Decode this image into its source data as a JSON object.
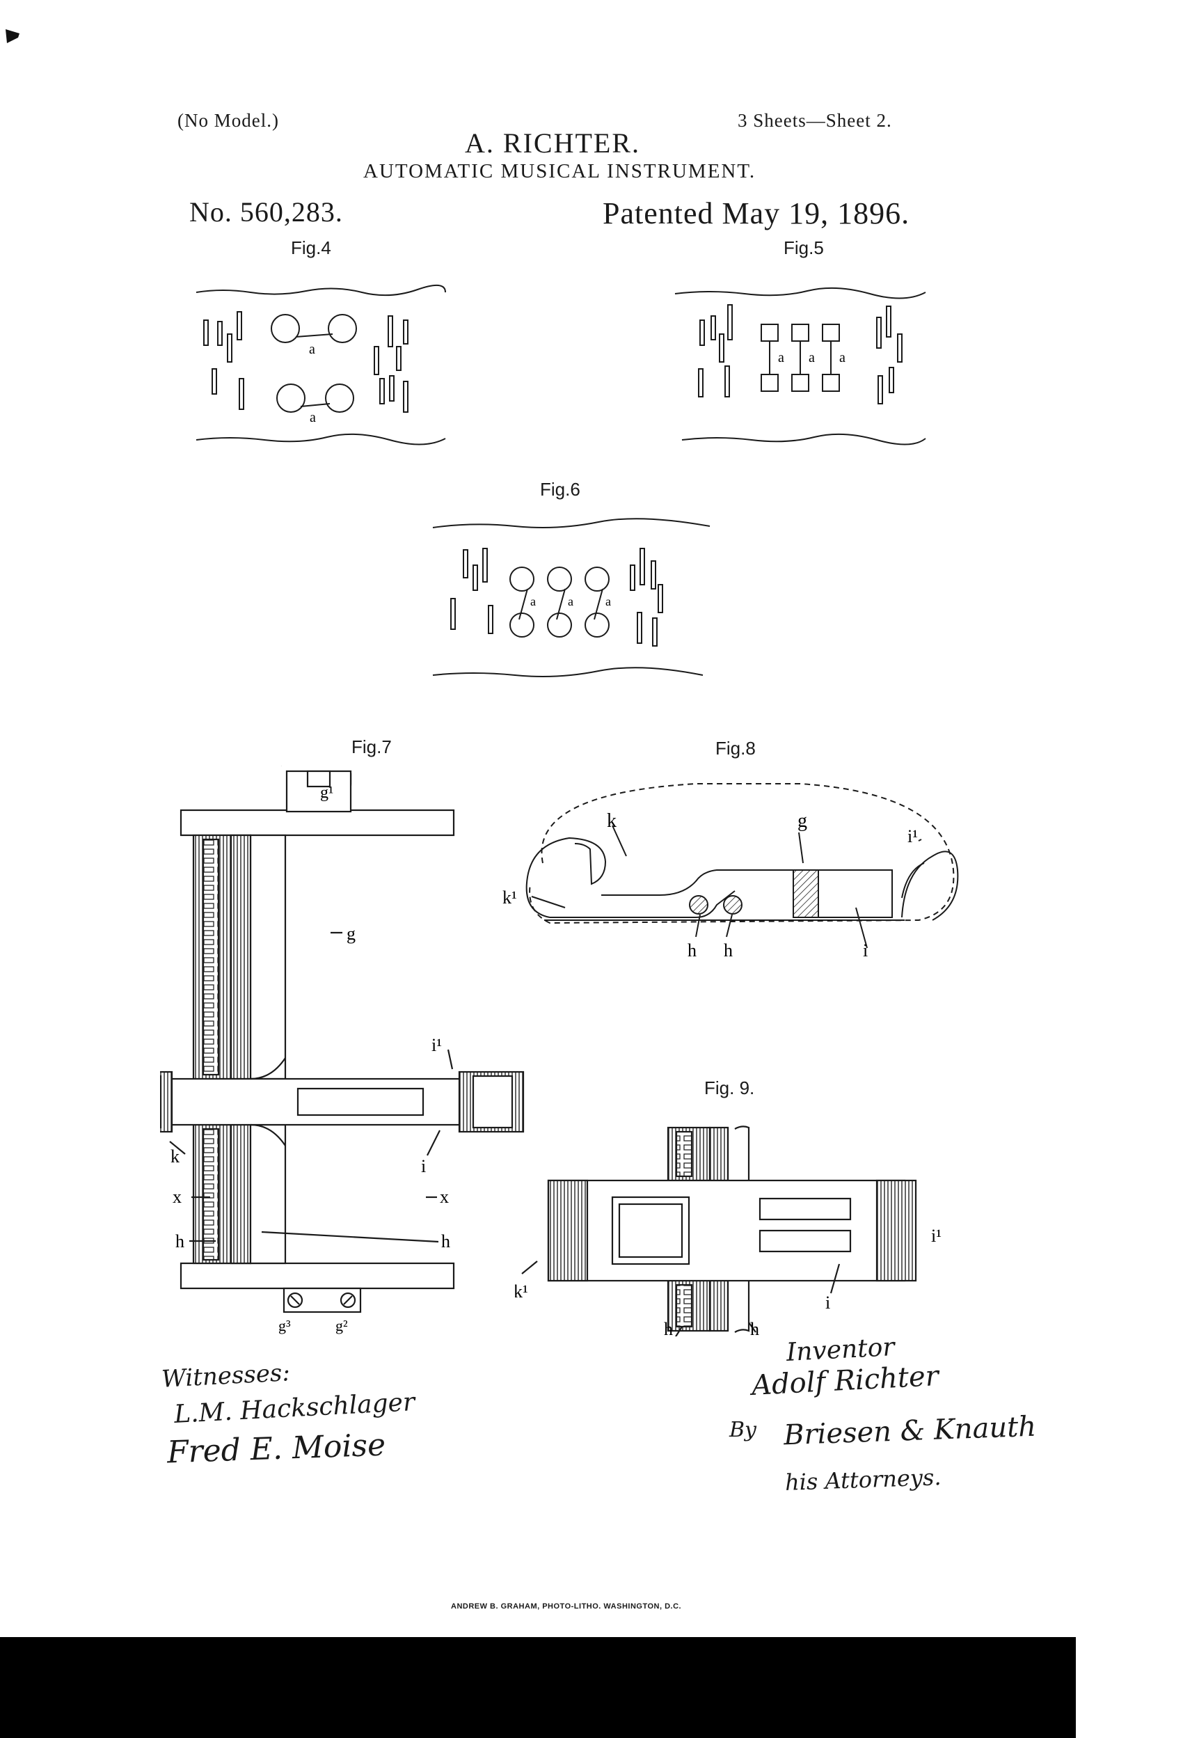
{
  "header": {
    "no_model": "(No Model.)",
    "sheets": "3 Sheets—Sheet 2.",
    "inventor_name": "A. RICHTER.",
    "title": "AUTOMATIC MUSICAL INSTRUMENT.",
    "patent_number": "No. 560,283.",
    "patent_date": "Patented May 19, 1896."
  },
  "figures": {
    "fig4": "Fig.4",
    "fig5": "Fig.5",
    "fig6": "Fig.6",
    "fig7": "Fig.7",
    "fig8": "Fig.8",
    "fig9": "Fig. 9."
  },
  "labels": {
    "a": "a",
    "g": "g",
    "g1": "g¹",
    "g2": "g²",
    "g3": "g³",
    "h": "h",
    "i": "i",
    "i1": "i¹",
    "k": "k",
    "k1": "k¹",
    "x": "x"
  },
  "signatures": {
    "witnesses_label": "Witnesses:",
    "witness_1": "L.M. Hackschlager",
    "witness_2": "Fred E. Moise",
    "inventor_label": "Inventor",
    "inventor_signature": "Adolf Richter",
    "by": "By",
    "attorney_signature": "Briesen & Knauth",
    "attorneys_label": "his Attorneys."
  },
  "footer": {
    "printer": "ANDREW B. GRAHAM, PHOTO-LITHO. WASHINGTON, D.C."
  }
}
